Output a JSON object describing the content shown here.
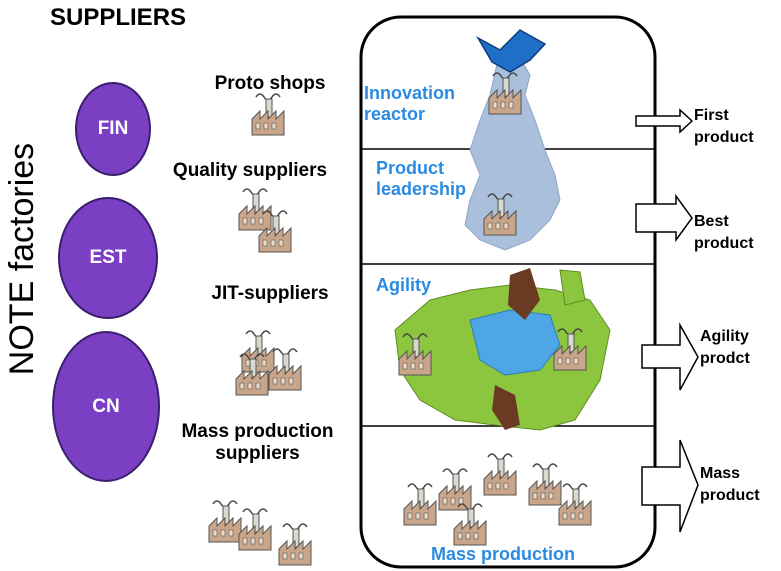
{
  "title": "SUPPLIERS",
  "vertical_label": "NOTE factories",
  "factories": [
    {
      "label": "FIN",
      "color": "#7a3fc2"
    },
    {
      "label": "EST",
      "color": "#7a3fc2"
    },
    {
      "label": "CN",
      "color": "#7a3fc2"
    }
  ],
  "supplier_groups": [
    {
      "line1": "Proto shops",
      "line2": ""
    },
    {
      "line1": "Quality suppliers",
      "line2": ""
    },
    {
      "line1": "JIT-suppliers",
      "line2": ""
    },
    {
      "line1": "Mass production",
      "line2": "suppliers"
    }
  ],
  "zones": [
    {
      "line1": "Innovation",
      "line2": "reactor"
    },
    {
      "line1": "Product",
      "line2": "leadership"
    },
    {
      "line1": "Agility",
      "line2": ""
    },
    {
      "line1": "Mass production",
      "line2": ""
    }
  ],
  "outputs": [
    {
      "line1": "First",
      "line2": "product"
    },
    {
      "line1": "Best",
      "line2": "product"
    },
    {
      "line1": "Agility",
      "line2": "prodct"
    },
    {
      "line1": "Mass",
      "line2": "product"
    }
  ],
  "colors": {
    "label_blue": "#2b8be0",
    "oval_purple": "#7a3fc2",
    "finland_map": "#a9bfdc",
    "eu_green": "#8cc63f",
    "eu_blue": "#4ea6e6",
    "eu_brown": "#6b3a22"
  },
  "icons": [
    "factory-icon",
    "finland-map",
    "europe-map",
    "arrow-icon"
  ]
}
